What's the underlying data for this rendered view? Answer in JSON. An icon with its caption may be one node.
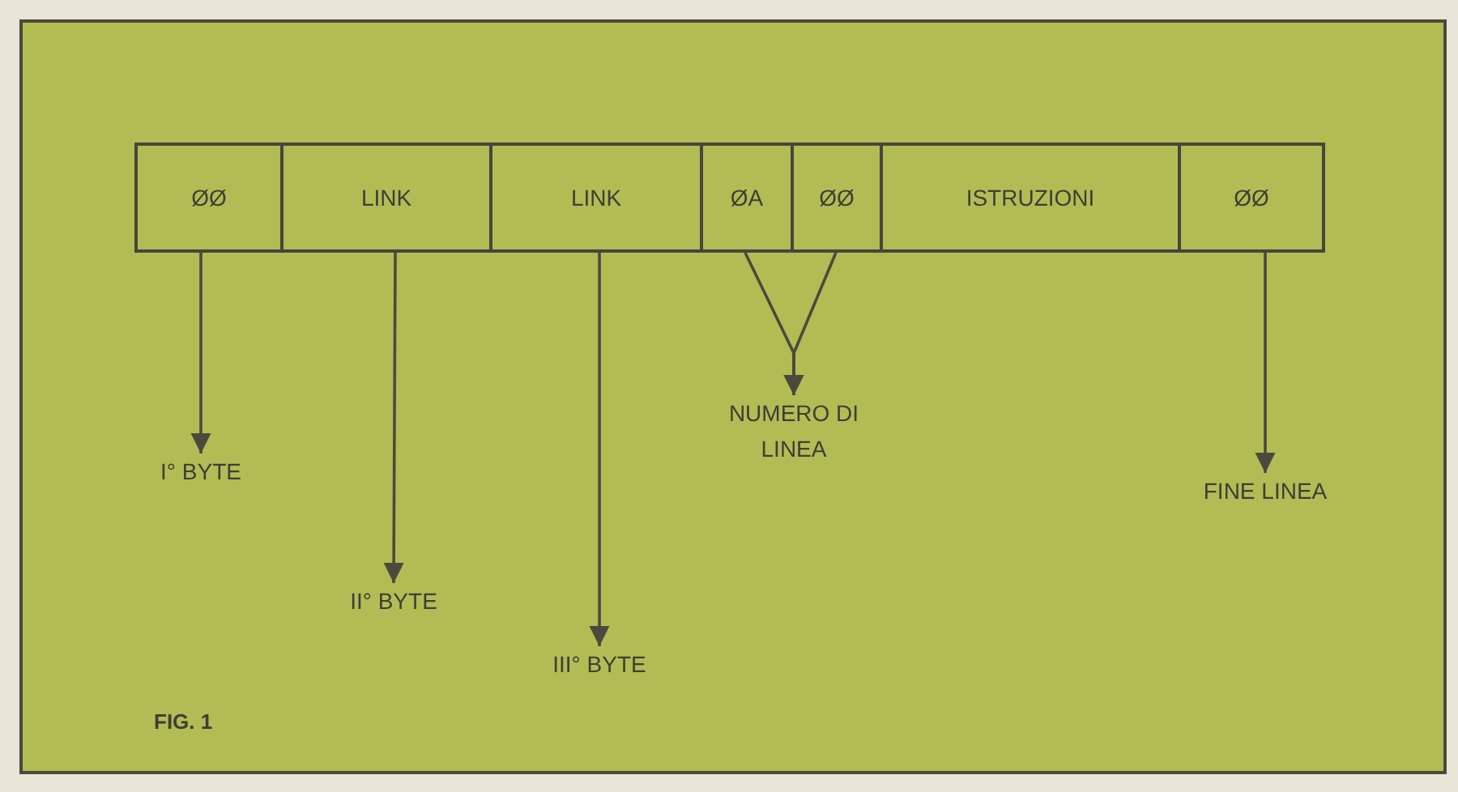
{
  "diagram": {
    "caption": "FIG. 1",
    "nodes": [
      {
        "text": [
          "ØØ"
        ]
      },
      {
        "text": [
          "LINK"
        ]
      },
      {
        "text": [
          "LINK"
        ]
      },
      {
        "text": [
          "ØA"
        ]
      },
      {
        "text": [
          "ØØ"
        ]
      },
      {
        "text": [
          "ISTRUZIONI"
        ]
      },
      {
        "text": [
          "ØØ"
        ]
      },
      {
        "text": [
          "I° BYTE"
        ]
      },
      {
        "text": [
          "II° BYTE"
        ]
      },
      {
        "text": [
          "III° BYTE"
        ]
      },
      {
        "text": [
          "NUMERO DI LINEA"
        ]
      },
      {
        "text": [
          "FINE LINEA"
        ]
      }
    ],
    "edges": [
      {
        "from": 0,
        "to": 7,
        "arrow": "to"
      },
      {
        "from": 1,
        "to": 8,
        "arrow": "to"
      },
      {
        "from": 2,
        "to": 9,
        "arrow": "to"
      },
      {
        "from": 3,
        "to": 10,
        "arrow": "to"
      },
      {
        "from": 4,
        "to": 10,
        "arrow": "to"
      },
      {
        "from": 6,
        "to": 11,
        "arrow": "to"
      }
    ]
  }
}
